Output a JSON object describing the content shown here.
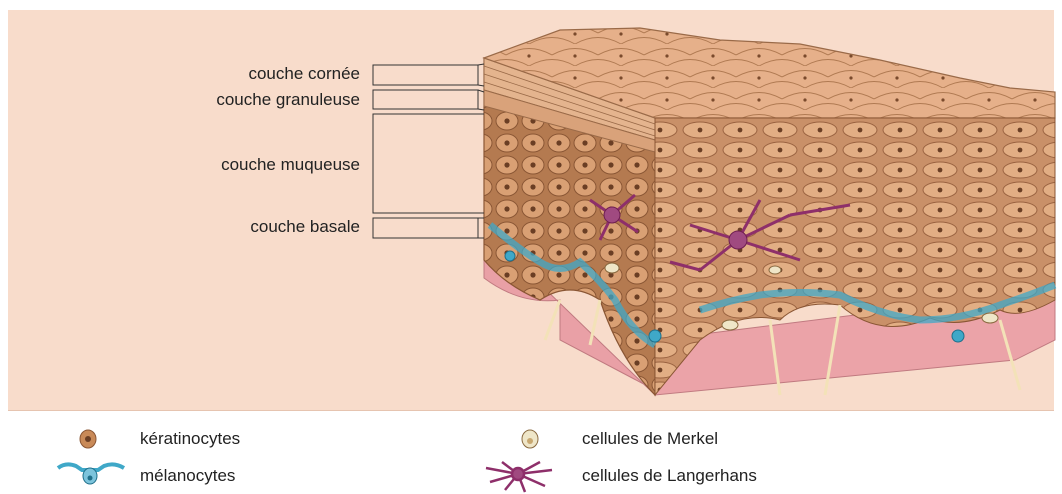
{
  "layers": {
    "cornee": "couche cornée",
    "granuleuse": "couche granuleuse",
    "muqueuse": "couche muqueuse",
    "basale": "couche basale"
  },
  "legend": {
    "keratinocytes": "kératinocytes",
    "melanocytes": "mélanocytes",
    "merkel": "cellules de Merkel",
    "langerhans": "cellules de Langerhans"
  },
  "colors": {
    "background_panel": "#f8dccb",
    "keratinocyte": "#c98a58",
    "melanocyte": "#3fa8c8",
    "merkel": "#efe6c8",
    "langerhans": "#8e2f6a",
    "dermis": "#e9a0a6"
  }
}
